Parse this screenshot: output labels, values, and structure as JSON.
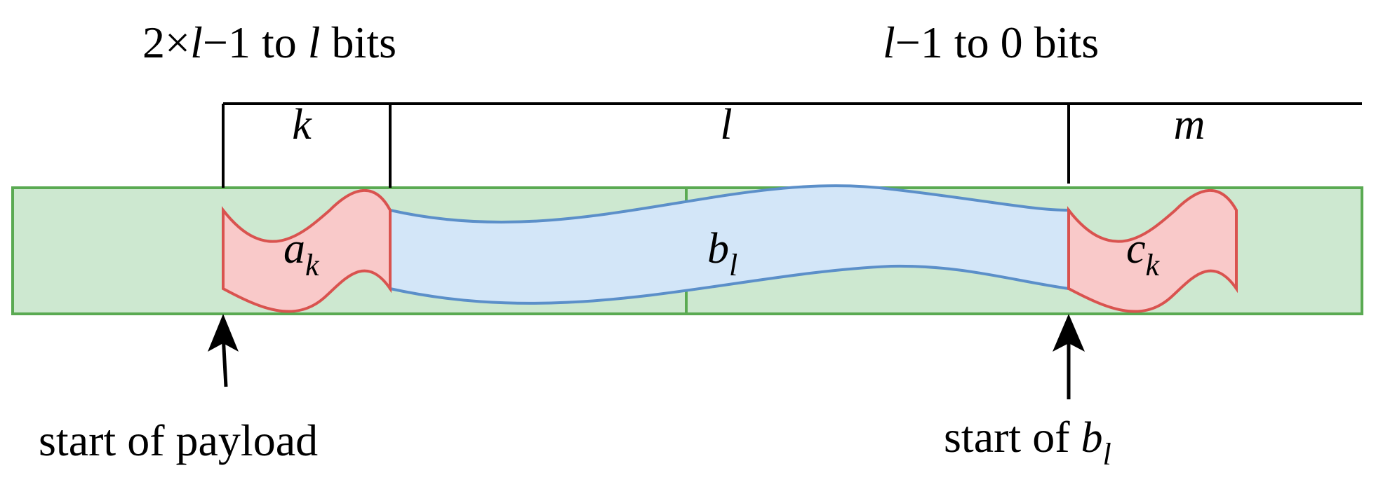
{
  "header": {
    "left_range": {
      "prefix": "2×",
      "var1": "l",
      "mid": "−1 to ",
      "var2": "l",
      "suffix": " bits"
    },
    "right_range": {
      "var1": "l",
      "suffix": "−1 to 0 bits"
    }
  },
  "brackets": {
    "k": "k",
    "l": "l",
    "m": "m"
  },
  "segments": {
    "a": {
      "base": "a",
      "sub": "k"
    },
    "b": {
      "base": "b",
      "sub": "l"
    },
    "c": {
      "base": "c",
      "sub": "k"
    }
  },
  "annotations": {
    "payload_start": "start of payload",
    "b_start": {
      "prefix": "start of ",
      "base": "b",
      "sub": "l"
    }
  },
  "colors": {
    "buffer_fill": "#cde8d0",
    "buffer_stroke": "#5aaa52",
    "red_fill": "#f9c9c9",
    "red_stroke": "#d9534f",
    "blue_fill": "#d3e6f8",
    "blue_stroke": "#5b8fc9",
    "line": "#000000"
  }
}
